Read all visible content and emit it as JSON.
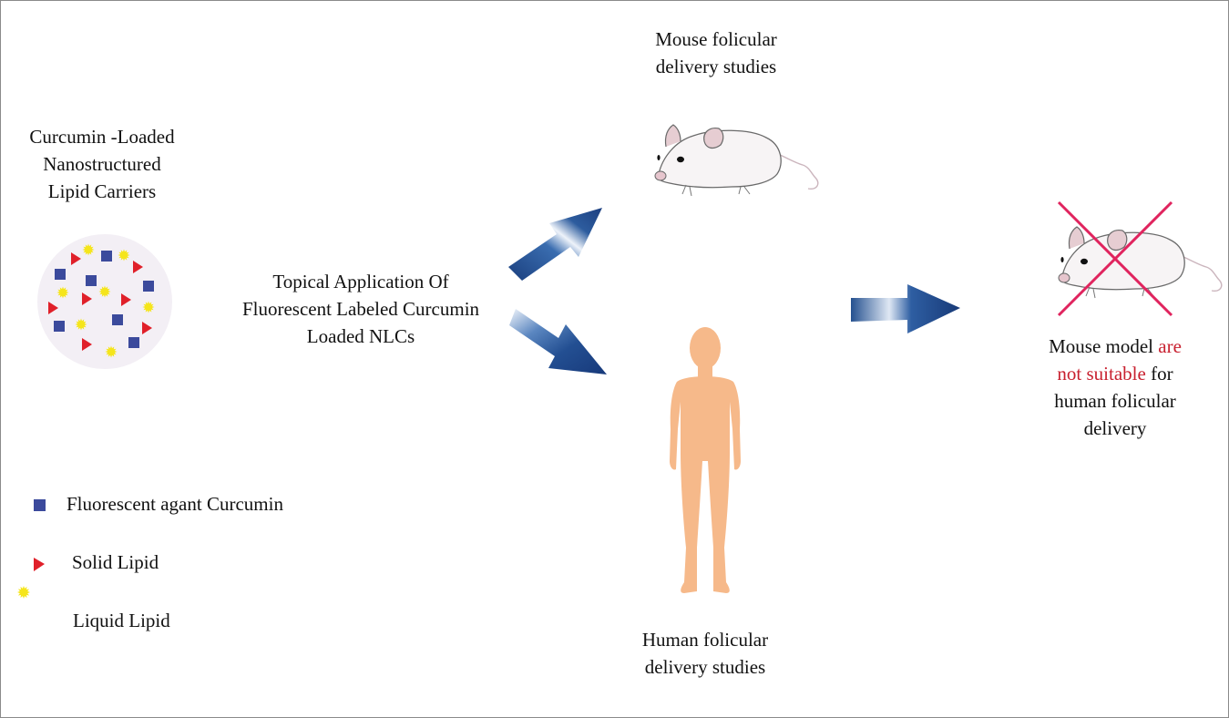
{
  "figure": {
    "nlc_title": [
      "Curcumin -Loaded",
      "Nanostructured",
      "Lipid Carriers"
    ],
    "application_text": [
      "Topical Application Of",
      "Fluorescent Labeled Curcumin",
      "Loaded NLCs"
    ],
    "mouse_title": [
      "Mouse folicular",
      "delivery studies"
    ],
    "human_title": [
      "Human folicular",
      "delivery studies"
    ],
    "conclusion": {
      "line1_black": "Mouse model ",
      "line1_red": "are",
      "line2_red": "not suitable",
      "line2_black": " for",
      "line3": "human folicular",
      "line4": "delivery"
    },
    "legend": [
      {
        "icon": "blue-square-icon",
        "label": "Fluorescent agant Curcumin",
        "color": "#3b4a9c"
      },
      {
        "icon": "red-triangle-icon",
        "label": "Solid Lipid",
        "color": "#e0202a"
      },
      {
        "icon": "yellow-star-icon",
        "label": "Liquid Lipid",
        "color": "#f5e51b"
      }
    ],
    "colors": {
      "particle_bg": "#f3eff5",
      "arrow_blue": "#1f4c8f",
      "skin": "#f6b98a",
      "cross": "#e0245e",
      "warning_red": "#c8202f"
    }
  }
}
